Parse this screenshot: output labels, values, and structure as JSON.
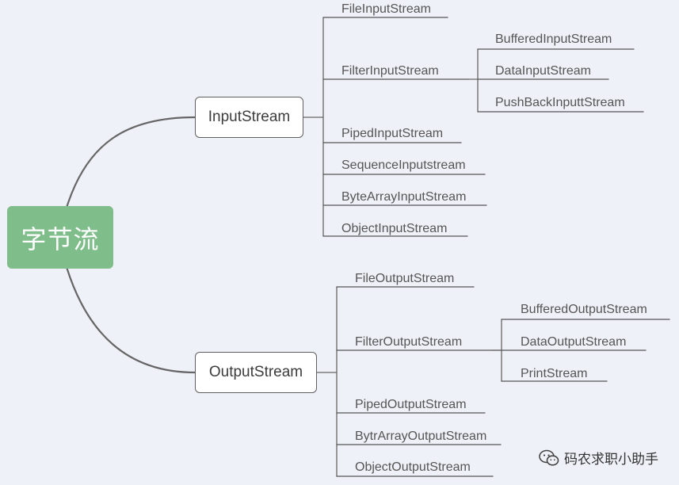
{
  "root": "字节流",
  "branches": [
    {
      "name": "InputStream",
      "children": [
        {
          "name": "FileInputStream"
        },
        {
          "name": "FilterInputStream",
          "children": [
            "BufferedInputStream",
            "DataInputStream",
            "PushBackInputtStream"
          ]
        },
        {
          "name": "PipedInputStream"
        },
        {
          "name": "SequenceInputstream"
        },
        {
          "name": "ByteArrayInputStream"
        },
        {
          "name": "ObjectInputStream"
        }
      ]
    },
    {
      "name": "OutputStream",
      "children": [
        {
          "name": "FileOutputStream"
        },
        {
          "name": "FilterOutputStream",
          "children": [
            "BufferedOutputStream",
            "DataOutputStream",
            "PrintStream"
          ]
        },
        {
          "name": "PipedOutputStream"
        },
        {
          "name": "BytrArrayOutputStream"
        },
        {
          "name": "ObjectOutputStream"
        }
      ]
    }
  ],
  "watermark": {
    "text": "码农求职小助手",
    "icon": "wechat-icon"
  },
  "colors": {
    "background": "#eef1f7",
    "root": "#7fbd8a",
    "line": "#666666",
    "underline": "#555555"
  }
}
